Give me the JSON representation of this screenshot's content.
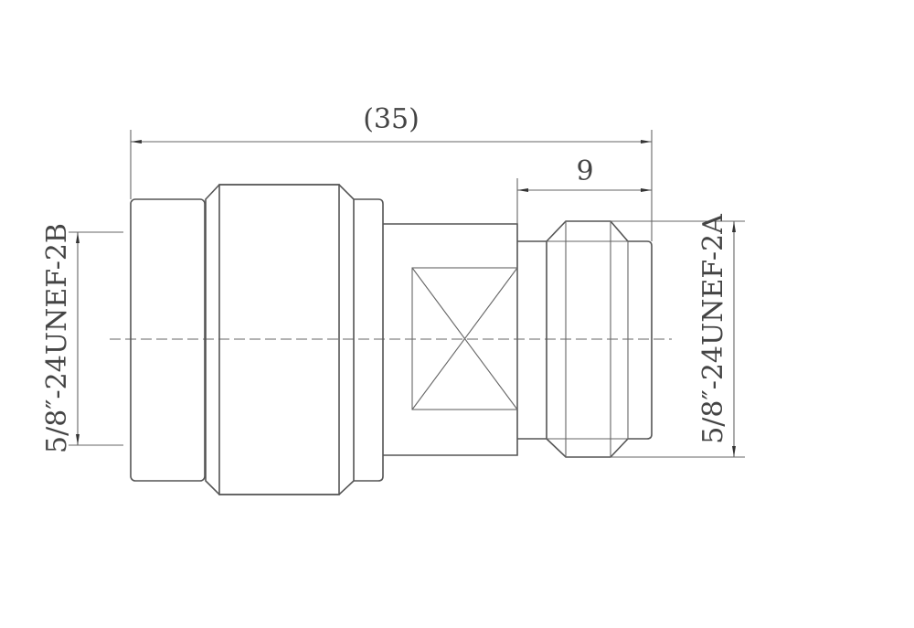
{
  "drawing": {
    "overall_length": "(35)",
    "right_length": "9",
    "left_thread": "5/8″-24UNEF-2B",
    "right_thread": "5/8″-24UNEF-2A",
    "line_color": "#555555"
  }
}
